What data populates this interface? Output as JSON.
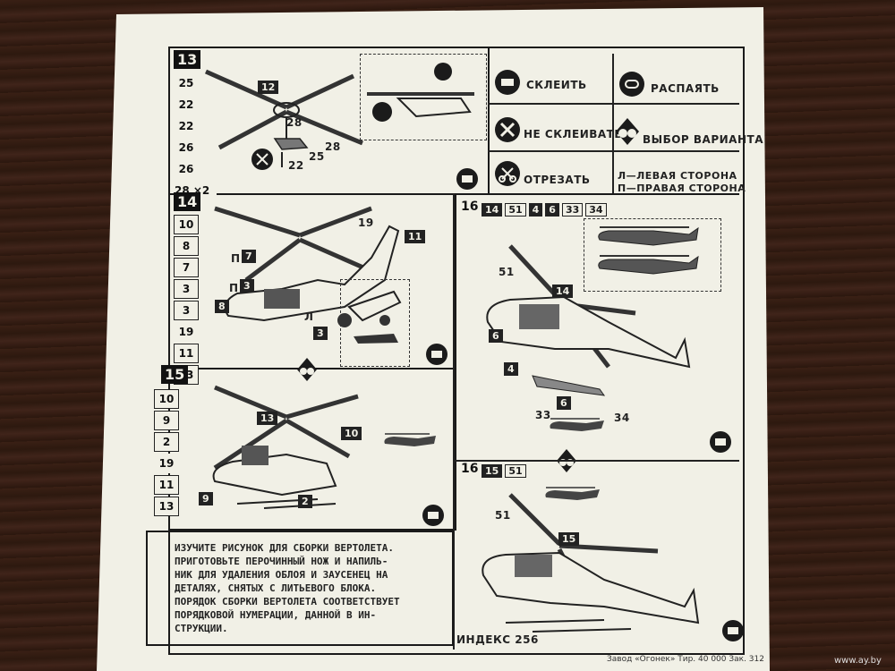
{
  "steps": {
    "s13": {
      "number": "13",
      "parts": [
        "25",
        "22",
        "22",
        "26",
        "26",
        "28 ×2"
      ],
      "callouts": [
        "12",
        "28",
        "28",
        "25",
        "22"
      ]
    },
    "s14": {
      "number": "14",
      "parts": [
        "10",
        "8",
        "7",
        "3",
        "3",
        "19",
        "11",
        "13"
      ],
      "callouts": [
        "19",
        "11",
        "7",
        "3",
        "8",
        "3"
      ],
      "side_l": "Л",
      "side_p1": "П",
      "side_p2": "П"
    },
    "s15": {
      "number": "15",
      "parts": [
        "10",
        "9",
        "2",
        "19",
        "11",
        "13"
      ],
      "callouts": [
        "13",
        "10",
        "9",
        "2"
      ]
    },
    "s16a": {
      "number": "16",
      "tags": [
        "14",
        "51",
        "4",
        "6",
        "33",
        "34"
      ],
      "callouts": [
        "51",
        "14",
        "6",
        "4",
        "6",
        "33",
        "34"
      ]
    },
    "s16b": {
      "number": "16",
      "tags": [
        "15",
        "51"
      ],
      "callouts": [
        "51",
        "15"
      ]
    }
  },
  "legend": {
    "glue": "СКЛЕИТЬ",
    "unglue": "РАСПАЯТЬ",
    "no_glue": "НЕ СКЛЕИВАТЬ",
    "choice": "ВЫБОР ВАРИАНТА",
    "cut": "ОТРЕЗАТЬ",
    "left_side": "Л—ЛЕВАЯ СТОРОНА",
    "right_side": "П—ПРАВАЯ СТОРОНА"
  },
  "instructions": "ИЗУЧИТЕ РИСУНОК ДЛЯ СБОРКИ ВЕРТОЛЕТА.\nПРИГОТОВЬТЕ ПЕРОЧИННЫЙ НОЖ И НАПИЛЬ-\nНИК ДЛЯ УДАЛЕНИЯ ОБЛОЯ И ЗАУСЕНЕЦ НА\nДЕТАЛЯХ, СНЯТЫХ С ЛИТЬЕВОГО БЛОКА.\nПОРЯДОК СБОРКИ ВЕРТОЛЕТА СООТВЕТСТВУЕТ\nПОРЯДКОВОЙ НУМЕРАЦИИ, ДАННОЙ В ИН-\nСТРУКЦИИ.",
  "index_label": "ИНДЕКС 256",
  "footer": "Завод «Огонек» Тир. 40 000 Зак. 312",
  "watermark": "www.ay.by"
}
